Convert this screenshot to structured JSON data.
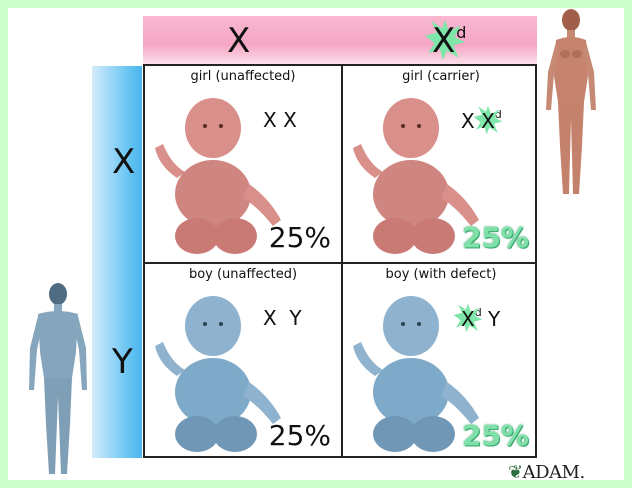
{
  "headers": {
    "col1": "X",
    "col2_base": "X",
    "col2_sup": "d",
    "row1": "X",
    "row2": "Y"
  },
  "cells": [
    {
      "title": "girl (unaffected)",
      "geno_a": "X",
      "geno_a_sup": "",
      "geno_b": "X",
      "geno_b_sup": "",
      "percent": "25%",
      "tone": "pink"
    },
    {
      "title": "girl (carrier)",
      "geno_a": "X",
      "geno_a_sup": "",
      "geno_b": "X",
      "geno_b_sup": "d",
      "percent": "25%",
      "tone": "pink"
    },
    {
      "title": "boy (unaffected)",
      "geno_a": "X",
      "geno_a_sup": "",
      "geno_b": "Y",
      "geno_b_sup": "",
      "percent": "25%",
      "tone": "blue"
    },
    {
      "title": "boy (with defect)",
      "geno_a": "X",
      "geno_a_sup": "d",
      "geno_b": "Y",
      "geno_b_sup": "",
      "percent": "25%",
      "tone": "blue"
    }
  ],
  "logo": "ADAM.",
  "colors": {
    "frame": "#ccffcc",
    "mother_bar": "#f5a6c4",
    "father_bar": "#4ab6ee",
    "defect_star": "#7ee6a9",
    "baby_girl": "#d98f8a",
    "baby_boy": "#7fa9c8"
  }
}
